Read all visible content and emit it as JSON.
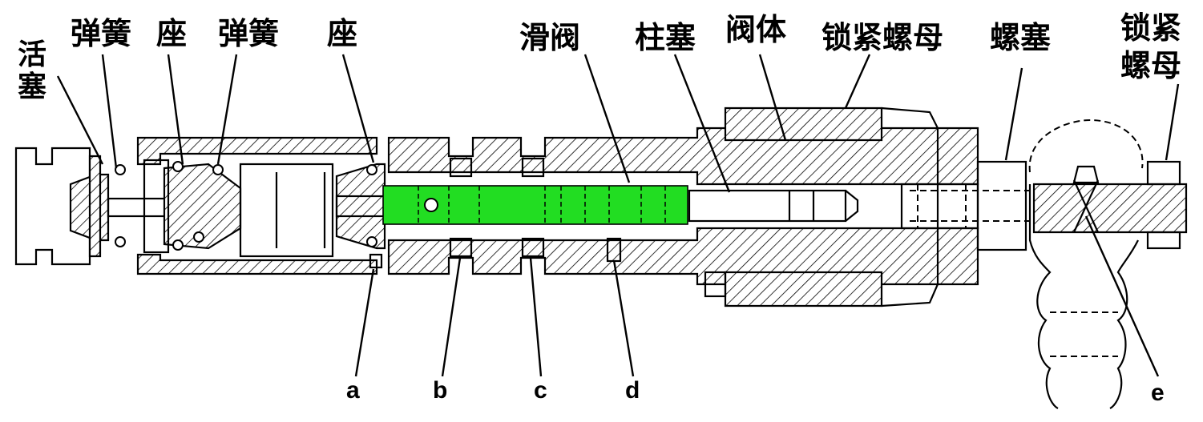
{
  "labels": {
    "piston": "活塞",
    "spring_1": "弹簧",
    "seat_1": "座",
    "spring_2": "弹簧",
    "seat_2": "座",
    "spool": "滑阀",
    "plunger": "柱塞",
    "valve_body": "阀体",
    "lock_nut_1": "锁紧螺母",
    "screw_plug": "螺塞",
    "lock_nut_2_line1": "锁紧",
    "lock_nut_2_line2": "螺母"
  },
  "ports": {
    "a": "a",
    "b": "b",
    "c": "c",
    "d": "d",
    "e": "e"
  },
  "colors": {
    "spool_highlight": "#22dd22",
    "line": "#000000",
    "background": "#ffffff"
  }
}
